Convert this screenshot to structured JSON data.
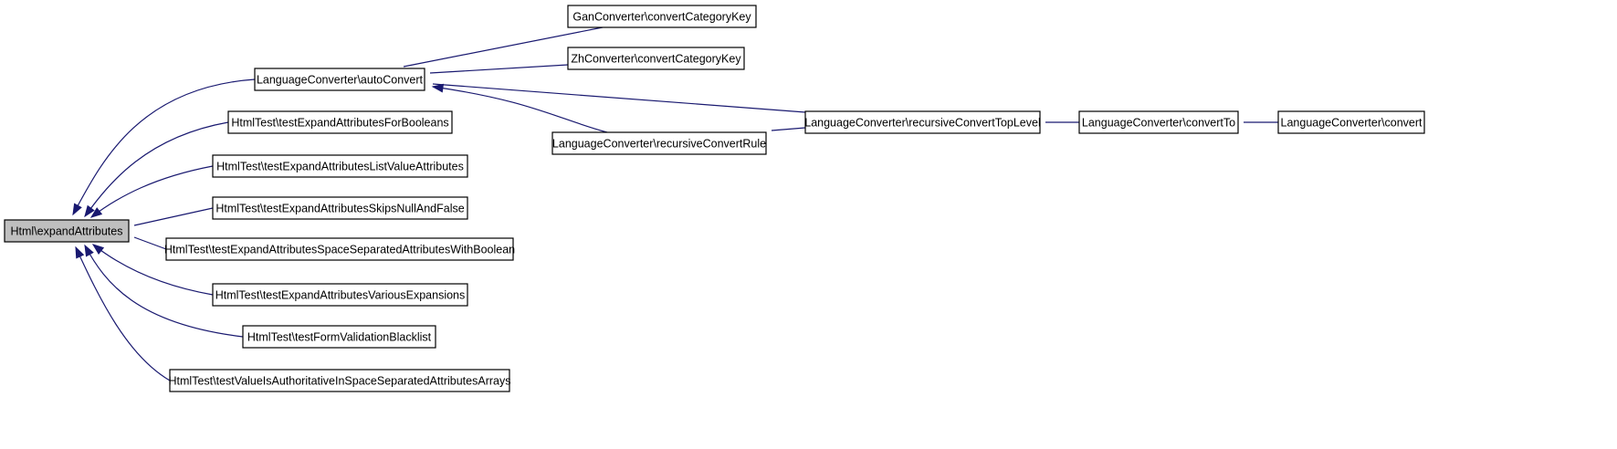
{
  "graph": {
    "root": "Html\\expandAttributes",
    "nodes": [
      {
        "id": "n0",
        "label": "Html\\expandAttributes",
        "root": true
      },
      {
        "id": "n1",
        "label": "LanguageConverter\\autoConvert"
      },
      {
        "id": "n2",
        "label": "HtmlTest\\testExpandAttributesForBooleans"
      },
      {
        "id": "n3",
        "label": "HtmlTest\\testExpandAttributesListValueAttributes"
      },
      {
        "id": "n4",
        "label": "HtmlTest\\testExpandAttributesSkipsNullAndFalse"
      },
      {
        "id": "n5",
        "label": "HtmlTest\\testExpandAttributesSpaceSeparatedAttributesWithBoolean"
      },
      {
        "id": "n6",
        "label": "HtmlTest\\testExpandAttributesVariousExpansions"
      },
      {
        "id": "n7",
        "label": "HtmlTest\\testFormValidationBlacklist"
      },
      {
        "id": "n8",
        "label": "HtmlTest\\testValueIsAuthoritativeInSpaceSeparatedAttributesArrays"
      },
      {
        "id": "n9",
        "label": "GanConverter\\convertCategoryKey"
      },
      {
        "id": "n10",
        "label": "ZhConverter\\convertCategoryKey"
      },
      {
        "id": "n11",
        "label": "LanguageConverter\\recursiveConvertRule"
      },
      {
        "id": "n12",
        "label": "LanguageConverter\\recursiveConvertTopLevel"
      },
      {
        "id": "n13",
        "label": "LanguageConverter\\convertTo"
      },
      {
        "id": "n14",
        "label": "LanguageConverter\\convert"
      }
    ],
    "edges": [
      {
        "from": "n1",
        "to": "n0"
      },
      {
        "from": "n2",
        "to": "n0"
      },
      {
        "from": "n3",
        "to": "n0"
      },
      {
        "from": "n4",
        "to": "n0"
      },
      {
        "from": "n5",
        "to": "n0"
      },
      {
        "from": "n6",
        "to": "n0"
      },
      {
        "from": "n7",
        "to": "n0"
      },
      {
        "from": "n8",
        "to": "n0"
      },
      {
        "from": "n9",
        "to": "n1"
      },
      {
        "from": "n10",
        "to": "n1"
      },
      {
        "from": "n11",
        "to": "n1"
      },
      {
        "from": "n12",
        "to": "n1"
      },
      {
        "from": "n12",
        "to": "n11"
      },
      {
        "from": "n13",
        "to": "n12"
      },
      {
        "from": "n14",
        "to": "n13"
      }
    ]
  },
  "colors": {
    "edge": "#191970",
    "root_fill": "#bfbfbf",
    "node_fill": "#ffffff",
    "node_border": "#000000"
  }
}
